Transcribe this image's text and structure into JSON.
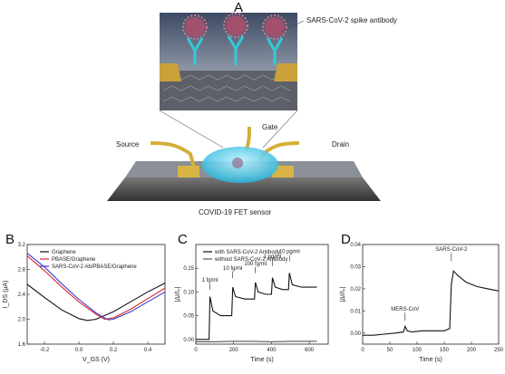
{
  "figure": {
    "panel_a": {
      "letter": "A",
      "spike_label": "SARS-CoV-2 spike antibody",
      "gate": "Gate",
      "source": "Source",
      "drain": "Drain",
      "caption": "COVID-19 FET sensor"
    },
    "panel_b_letter": "B",
    "panel_c_letter": "C",
    "panel_d_letter": "D"
  },
  "chart_data": [
    {
      "type": "line",
      "panel": "B",
      "xlabel": "V_GS (V)",
      "ylabel": "I_DS (µA)",
      "xlim": [
        -0.3,
        0.5
      ],
      "ylim": [
        1.6,
        3.2
      ],
      "xticks": [
        "-0.2",
        "0.0",
        "0.2",
        "0.4"
      ],
      "yticks": [
        "1.6",
        "2.0",
        "2.4",
        "2.8",
        "3.2"
      ],
      "legend": "top-right",
      "series": [
        {
          "name": "Graphene",
          "color": "#111111",
          "x": [
            -0.3,
            -0.2,
            -0.1,
            0.0,
            0.05,
            0.1,
            0.2,
            0.3,
            0.4,
            0.5
          ],
          "y": [
            2.56,
            2.35,
            2.15,
            2.01,
            1.98,
            2.0,
            2.12,
            2.28,
            2.44,
            2.58
          ]
        },
        {
          "name": "PBASE/Graphene",
          "color": "#d62728",
          "x": [
            -0.3,
            -0.2,
            -0.1,
            0.0,
            0.1,
            0.15,
            0.2,
            0.3,
            0.4,
            0.5
          ],
          "y": [
            3.02,
            2.78,
            2.52,
            2.28,
            2.08,
            2.0,
            2.02,
            2.16,
            2.33,
            2.5
          ]
        },
        {
          "name": "SARS-CoV-2 Ab/PBASE/Graphene",
          "color": "#3b3bd6",
          "x": [
            -0.3,
            -0.2,
            -0.1,
            0.0,
            0.1,
            0.17,
            0.2,
            0.3,
            0.4,
            0.5
          ],
          "y": [
            3.06,
            2.84,
            2.57,
            2.32,
            2.1,
            1.99,
            2.0,
            2.12,
            2.28,
            2.44
          ]
        }
      ]
    },
    {
      "type": "line",
      "panel": "C",
      "xlabel": "Time (s)",
      "ylabel": "|ΔI/I₀|",
      "xlim": [
        0,
        700
      ],
      "ylim": [
        -0.01,
        0.2
      ],
      "xticks": [
        "0",
        "200",
        "400",
        "600"
      ],
      "yticks": [
        "0.00",
        "0.05",
        "0.10",
        "0.15"
      ],
      "legend": "top",
      "annotations": [
        "1 fg/ml",
        "10 fg/ml",
        "100 fg/ml",
        "1 pg/ml",
        "10 pg/ml"
      ],
      "series": [
        {
          "name": "with SARS-CoV-2 Antibody",
          "color": "#111111",
          "x": [
            0,
            70,
            75,
            90,
            130,
            190,
            195,
            210,
            260,
            310,
            315,
            330,
            370,
            400,
            405,
            420,
            460,
            490,
            495,
            510,
            560,
            640
          ],
          "y": [
            0.0,
            0.0,
            0.09,
            0.06,
            0.05,
            0.05,
            0.11,
            0.09,
            0.085,
            0.085,
            0.12,
            0.1,
            0.095,
            0.095,
            0.13,
            0.11,
            0.105,
            0.105,
            0.14,
            0.115,
            0.11,
            0.11
          ]
        },
        {
          "name": "without SARS-CoV-2 Antibody",
          "color": "#555555",
          "x": [
            0,
            100,
            200,
            300,
            400,
            500,
            640
          ],
          "y": [
            -0.005,
            -0.005,
            -0.004,
            -0.004,
            -0.005,
            -0.004,
            -0.004
          ]
        }
      ]
    },
    {
      "type": "line",
      "panel": "D",
      "xlabel": "Time (s)",
      "ylabel": "|ΔI/I₀|",
      "xlim": [
        0,
        250
      ],
      "ylim": [
        -0.005,
        0.04
      ],
      "xticks": [
        "0",
        "50",
        "100",
        "150",
        "200",
        "250"
      ],
      "yticks": [
        "0.00",
        "0.01",
        "0.02",
        "0.03",
        "0.04"
      ],
      "annotations": [
        "MERS-CoV",
        "SARS-CoV-2"
      ],
      "series": [
        {
          "name": "",
          "color": "#111111",
          "x": [
            0,
            20,
            40,
            60,
            75,
            78,
            82,
            90,
            110,
            130,
            150,
            160,
            163,
            167,
            175,
            190,
            210,
            230,
            250
          ],
          "y": [
            -0.001,
            -0.001,
            -0.0005,
            0.0,
            0.0005,
            0.003,
            0.001,
            0.0005,
            0.001,
            0.001,
            0.001,
            0.002,
            0.022,
            0.028,
            0.026,
            0.023,
            0.021,
            0.02,
            0.019
          ]
        }
      ]
    }
  ]
}
